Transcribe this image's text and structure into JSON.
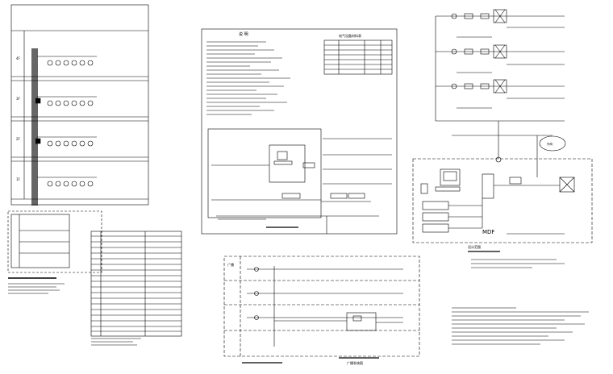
{
  "drawing": {
    "floors": {
      "f1": "1F",
      "f2": "2F",
      "f3": "3F",
      "f4": "4F"
    },
    "notes_title": "说 明",
    "cable_table_title": "电气设备材料表",
    "network_label": "外网",
    "mdf_label": "MDF",
    "broadcast_label": "广播",
    "scope_label": "设计范围",
    "bottom_titles": {
      "broadcast": "广播系统图"
    }
  }
}
